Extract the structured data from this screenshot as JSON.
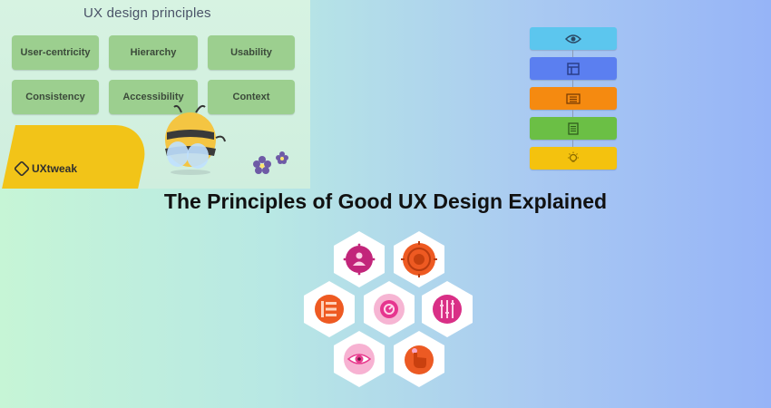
{
  "card": {
    "title": "UX design principles",
    "chips": [
      "User-centricity",
      "Hierarchy",
      "Usability",
      "Consistency",
      "Accessibility",
      "Context"
    ],
    "brand": "UXtweak",
    "chip_color": "#9ccf8f",
    "accent_yellow": "#f2c418"
  },
  "stack": {
    "bars": [
      {
        "icon": "eye-icon",
        "color": "#5cc6ee"
      },
      {
        "icon": "layout-icon",
        "color": "#5b7ff0"
      },
      {
        "icon": "list-icon",
        "color": "#f58a10"
      },
      {
        "icon": "document-icon",
        "color": "#6bbf45"
      },
      {
        "icon": "lightbulb-icon",
        "color": "#f4c20e"
      }
    ]
  },
  "heading": "The Principles of Good UX Design Explained",
  "hexagons": [
    {
      "icon": "user-icon",
      "color": "#c2257a"
    },
    {
      "icon": "target-icon",
      "color": "#ee5a22"
    },
    {
      "icon": "menu-list-icon",
      "color": "#ee5a22"
    },
    {
      "icon": "gauge-icon",
      "color": "#e6358f"
    },
    {
      "icon": "sliders-icon",
      "color": "#d92f86"
    },
    {
      "icon": "eye-icon",
      "color": "#e83c8e"
    },
    {
      "icon": "hand-pointer-icon",
      "color": "#ec5a23"
    }
  ]
}
